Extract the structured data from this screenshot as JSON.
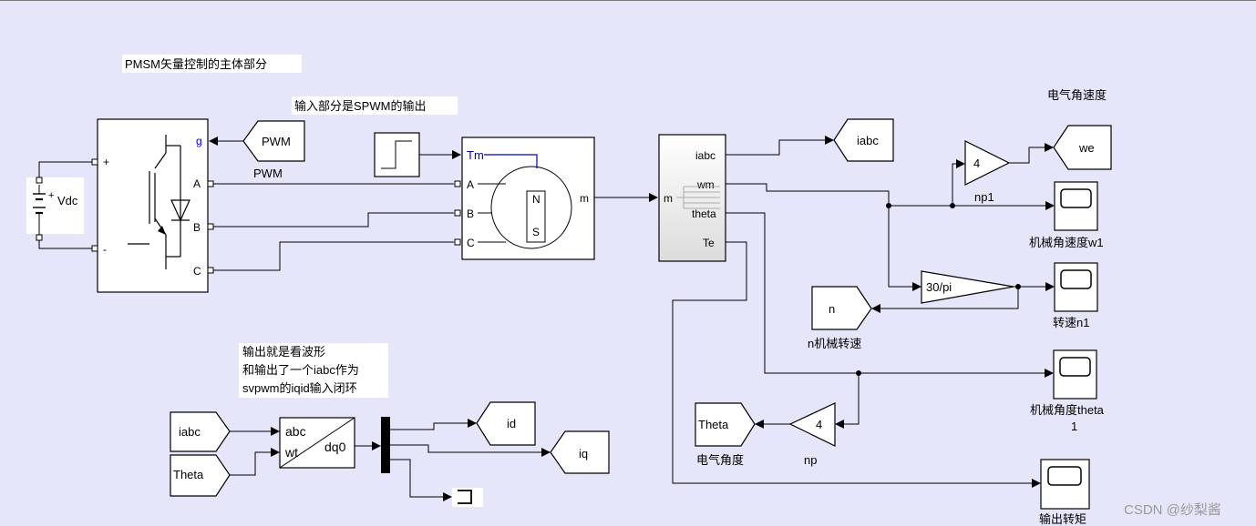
{
  "annotations": {
    "main_title": "PMSM矢量控制的主体部分",
    "input_note": "输入部分是SPWM的输出",
    "output_note_lines": [
      "输出就是看波形",
      "和输出了一个iabc作为",
      "svpwm的iqid输入闭环"
    ],
    "we_title": "电气角速度"
  },
  "dc_source": {
    "label": "Vdc",
    "plus": "+",
    "minus": "-"
  },
  "inverter": {
    "ports_left": [
      "+",
      "-"
    ],
    "ports_right": [
      "g",
      "A",
      "B",
      "C"
    ]
  },
  "pwm_from": {
    "tag": "PWM",
    "caption": "PWM"
  },
  "motor": {
    "ports": [
      "Tm",
      "A",
      "B",
      "C"
    ],
    "out": "m",
    "pole_n": "N",
    "pole_s": "S"
  },
  "demux": {
    "in": "m",
    "outputs": [
      "iabc",
      "wm",
      "theta",
      "Te"
    ]
  },
  "goto_iabc": {
    "tag": "iabc"
  },
  "gain_np1": {
    "value": "4",
    "caption": "np1"
  },
  "goto_we": {
    "tag": "we"
  },
  "gain_30pi": {
    "value": "30/pi"
  },
  "goto_n": {
    "tag": "n",
    "caption": "n机械转速"
  },
  "gain_np": {
    "value": "4",
    "caption": "np"
  },
  "goto_theta": {
    "tag": "Theta",
    "caption": "电气角度"
  },
  "scopes": [
    {
      "caption_lines": [
        "机械角速度w1"
      ]
    },
    {
      "caption_lines": [
        "转速n1"
      ]
    },
    {
      "caption_lines": [
        "机械角度theta",
        "1"
      ]
    },
    {
      "caption_lines": [
        "输出转矩"
      ]
    }
  ],
  "from_iabc": {
    "tag": "iabc"
  },
  "from_theta": {
    "tag": "Theta"
  },
  "abc_dq0": {
    "in1": "abc",
    "in2": "wt",
    "out": "dq0"
  },
  "goto_id": {
    "tag": "id"
  },
  "goto_iq": {
    "tag": "iq"
  },
  "watermark": "CSDN @纱梨酱",
  "colors": {
    "background": "#E6E6FA",
    "tm_port": "#0000C8",
    "g_port": "#0000C8"
  }
}
